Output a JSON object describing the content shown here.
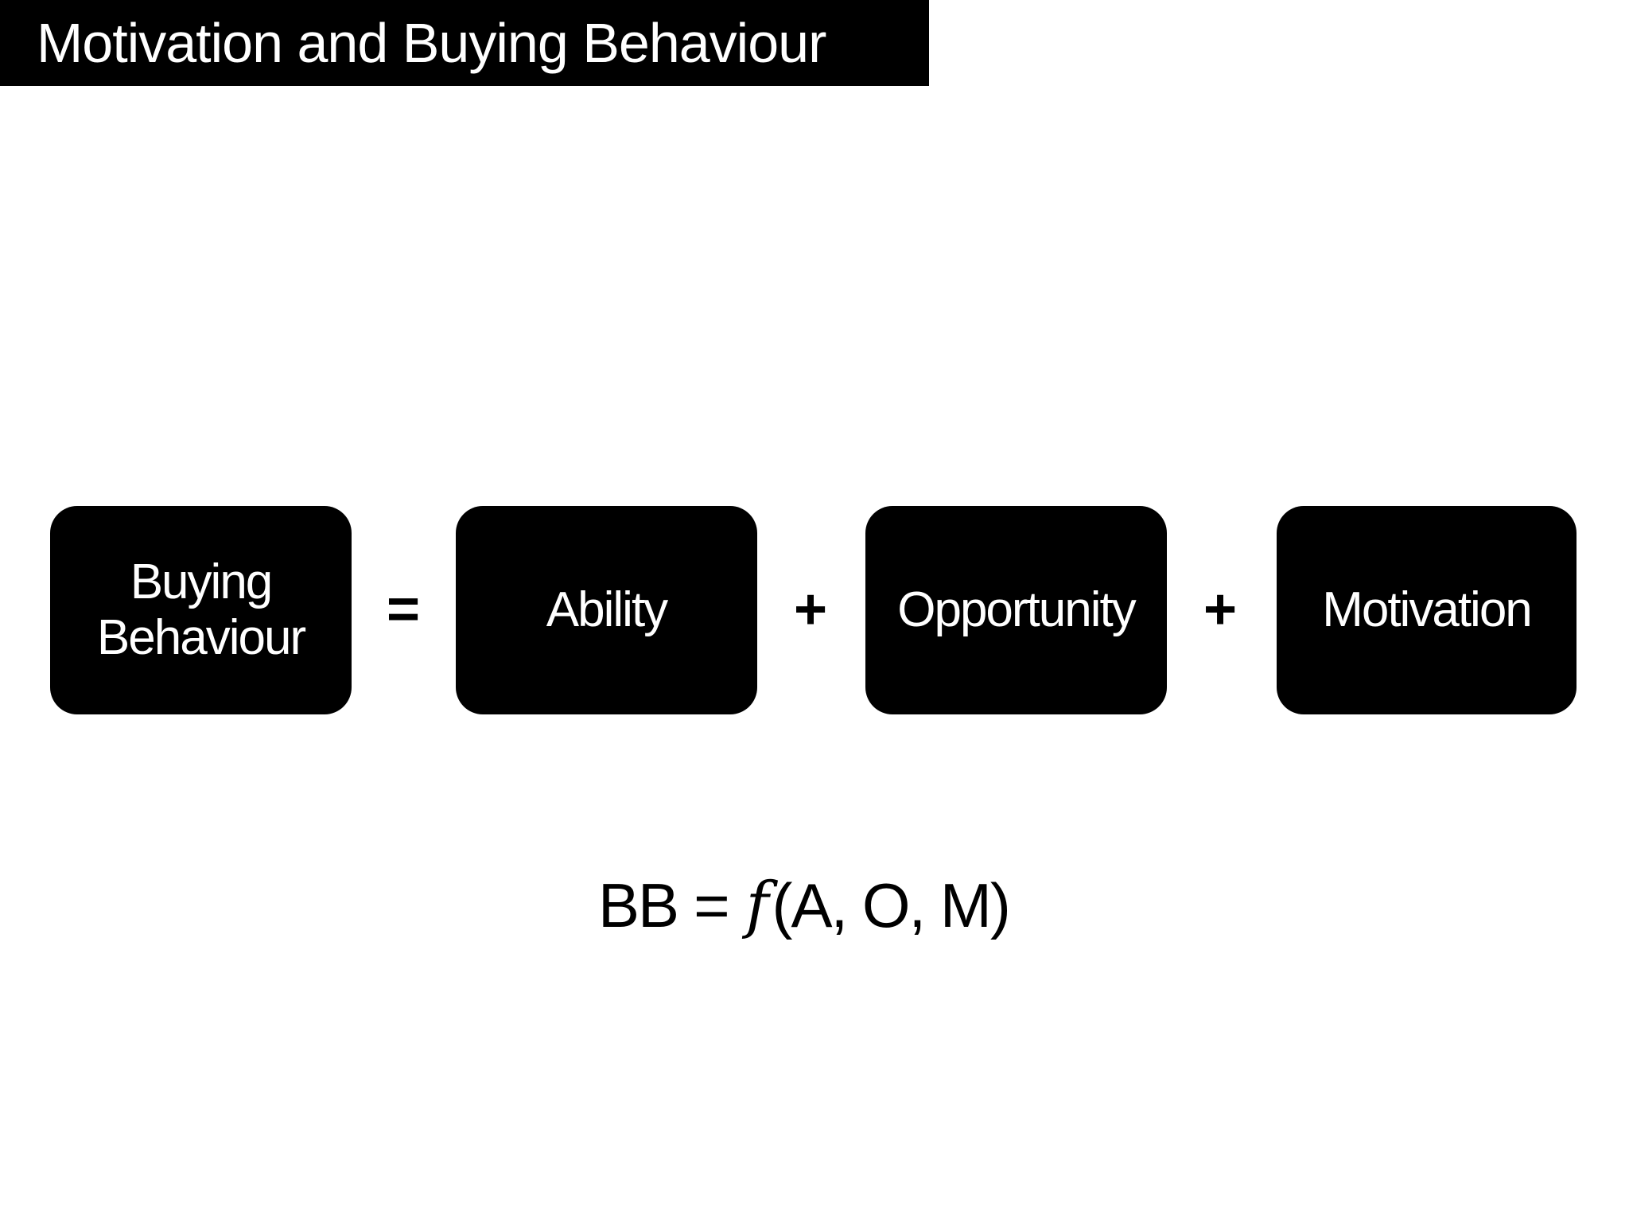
{
  "title": "Motivation and Buying Behaviour",
  "equation": {
    "boxes": [
      {
        "label": "Buying Behaviour"
      },
      {
        "label": "Ability"
      },
      {
        "label": "Opportunity"
      },
      {
        "label": "Motivation"
      }
    ],
    "operators": [
      "=",
      "+",
      "+"
    ]
  },
  "formula": {
    "lhs": "BB",
    "equals": "=",
    "function": "f",
    "arguments": "(A, O, M)"
  },
  "colors": {
    "background": "#ffffff",
    "title_bar_fill": "#000000",
    "title_text": "#ffffff",
    "block_fill": "#000000",
    "block_text": "#ffffff",
    "operator_text": "#000000",
    "formula_text": "#000000"
  }
}
